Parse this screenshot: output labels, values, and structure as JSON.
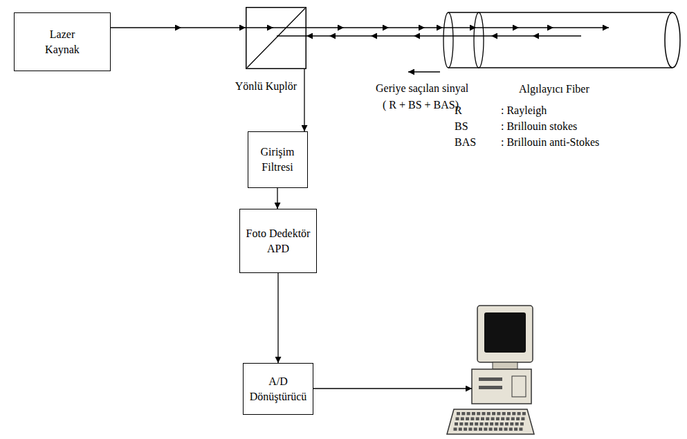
{
  "diagram": {
    "nodes": [
      {
        "text": [
          "Lazer Kaynak"
        ]
      },
      {
        "text": [
          "Yönlü Kuplör"
        ]
      },
      {
        "text": [
          "Algılayıcı Fiber"
        ]
      },
      {
        "text": [
          "Girişim Filtresi"
        ]
      },
      {
        "text": [
          "Foto Dedektör APD"
        ]
      },
      {
        "text": [
          "A/D Dönüştürücü"
        ]
      }
    ],
    "edges": [
      {
        "from": 0,
        "to": 1,
        "arrow": "to"
      },
      {
        "from": 1,
        "to": 2,
        "arrow": "both"
      },
      {
        "from": 1,
        "to": 3,
        "arrow": "to"
      },
      {
        "from": 3,
        "to": 4,
        "arrow": "to"
      },
      {
        "from": 4,
        "to": 5,
        "arrow": "to"
      }
    ],
    "labels": [
      "Geriye saçılan sinyal",
      "( R + BS + BAS)",
      "R",
      ": Rayleigh",
      "BS",
      ": Brillouin stokes",
      "BAS",
      ": Brillouin anti-Stokes"
    ]
  }
}
